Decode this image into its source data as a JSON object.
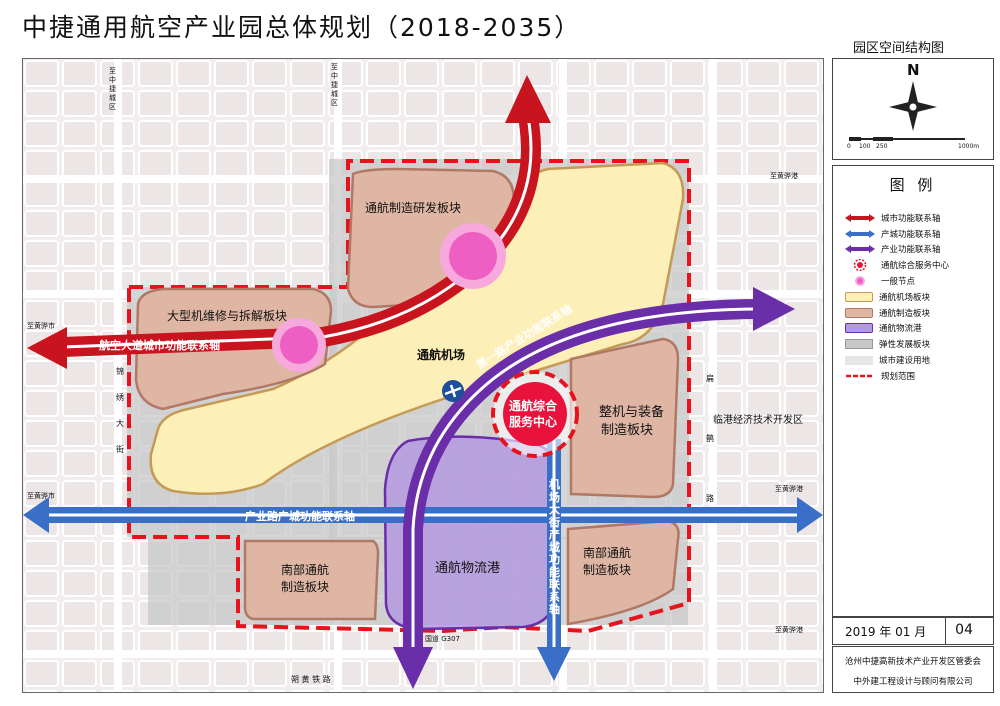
{
  "title": "中捷通用航空产业园总体规划（2018-2035）",
  "subtitle": "园区空间结构图",
  "north_label": "N",
  "scale": {
    "ticks": [
      "0",
      "100",
      "250",
      "1000m"
    ]
  },
  "legend": {
    "title": "图  例",
    "items": [
      {
        "label": "城市功能联系轴",
        "color": "#c8141e"
      },
      {
        "label": "产城功能联系轴",
        "color": "#3a6fc8"
      },
      {
        "label": "产业功能联系轴",
        "color": "#6a2ea8"
      },
      {
        "label": "通航综合服务中心",
        "color": "#e8123c"
      },
      {
        "label": "一般节点",
        "color": "#f06ec8"
      },
      {
        "label": "通航机场板块",
        "color": "#fcefb8"
      },
      {
        "label": "通航制造板块",
        "color": "#dfb6a4"
      },
      {
        "label": "通航物流港",
        "color": "#b49ae0"
      },
      {
        "label": "弹性发展板块",
        "color": "#c8c8c8"
      },
      {
        "label": "城市建设用地",
        "color": "#e6e6e6"
      },
      {
        "label": "规划范围",
        "color": "#e8121c"
      }
    ]
  },
  "date": "2019 年 01 月",
  "page_number": "04",
  "footer": [
    "沧州中捷高新技术产业开发区管委会",
    "中外建工程设计与顾问有限公司"
  ],
  "map": {
    "zone_labels": {
      "rd_block": "通航制造研发板块",
      "mro_block": "大型机维修与拆解板块",
      "airport": "通航机场",
      "service_center_1": "通航综合",
      "service_center_2": "服务中心",
      "assembly_1": "整机与装备",
      "assembly_2": "制造板块",
      "south_west_1": "南部通航",
      "south_west_2": "制造板块",
      "logistics": "通航物流港",
      "south_east_1": "南部通航",
      "south_east_2": "制造板块",
      "lingang": "临港经济技术开发区"
    },
    "axis_labels": {
      "city_axis": "航空大道城市功能联系轴",
      "industry_road": "产业路产城功能联系轴",
      "first_road": "第一路产业功能联系轴",
      "airport_street": "机场大街产城功能联系轴"
    },
    "place_labels": {
      "to_zhongjie_1": "至中捷城区",
      "to_zhongjie_2": "至中捷城区",
      "to_huanghua_port_top": "至黄骅港",
      "to_huanghua_port_mid": "至黄骅港",
      "to_huanghua_port_bottom": "至黄骅港",
      "to_huanghua_city_left": "至黄骅市",
      "to_huanghua_city_left2": "至黄骅市",
      "jinxiu_street": "锦绣大街",
      "yuanjin_road": "扁鹊路",
      "shuohuang_railway": "朔 黄 铁 路",
      "national_road": "国道 G307"
    }
  }
}
